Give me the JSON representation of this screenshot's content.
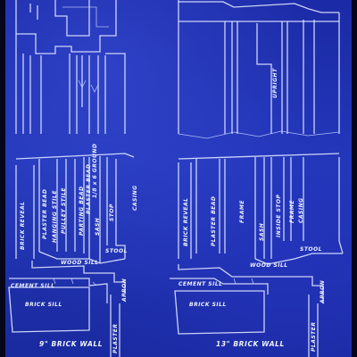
{
  "left_section": {
    "vertical_labels": [
      "BRICK REVEAL",
      "PLASTER BEAD",
      "HANGING STILE",
      "CASING",
      "PULLEY STILE",
      "PARTING BEAD",
      "SASH",
      "STOP",
      "PLASTER BEAD",
      "1/8 x 6 GROUND"
    ],
    "horizontal_labels": [
      "WOOD SILL",
      "STOOL",
      "CEMENT SILL",
      "BRICK SILL",
      "PLASTER",
      "APRON"
    ],
    "caption": "9\" BRICK WALL"
  },
  "right_section": {
    "top_vertical_label": "UPRIGHT",
    "vertical_labels": [
      "BRICK REVEAL",
      "PLASTER BEAD",
      "FRAME",
      "SASH",
      "INSIDE STOP",
      "FRAME",
      "CASING"
    ],
    "horizontal_labels": [
      "WOOD SILL",
      "STOOL",
      "CEMENT SILL",
      "BRICK SILL",
      "PLASTER",
      "APRON"
    ],
    "caption": "13\" BRICK WALL"
  },
  "colors": {
    "paper": "#1d2ea8",
    "ink": "#dfe6ff"
  }
}
